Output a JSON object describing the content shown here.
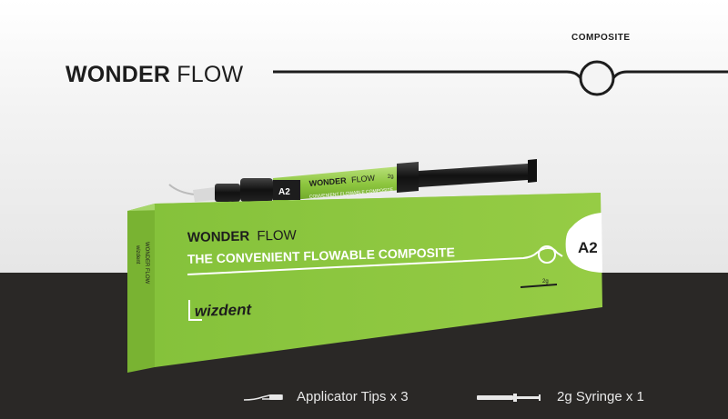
{
  "header": {
    "category": "COMPOSITE",
    "title_bold": "WONDER",
    "title_light": "FLOW"
  },
  "product": {
    "box_title_bold": "WONDER",
    "box_title_light": "FLOW",
    "box_subtitle": "THE CONVENIENT FLOWABLE COMPOSITE",
    "shade": "A2",
    "weight": "2g",
    "brand": "wizdent",
    "side_brand": "wizdent",
    "side_title": "WONDER FLOW",
    "syringe_shade": "A2",
    "syringe_title_bold": "WONDER",
    "syringe_title_light": "FLOW",
    "syringe_subtitle": "CONVENIENT FLOWABLE COMPOSITE",
    "syringe_weight": "2g"
  },
  "contents": [
    {
      "label": "Applicator Tips x 3",
      "icon": "applicator-tip-icon"
    },
    {
      "label": "2g Syringe x 1",
      "icon": "syringe-icon"
    }
  ],
  "colors": {
    "box_green": "#8dc63f",
    "background_dark": "#2a2826",
    "text_dark": "#1d1d1d"
  }
}
